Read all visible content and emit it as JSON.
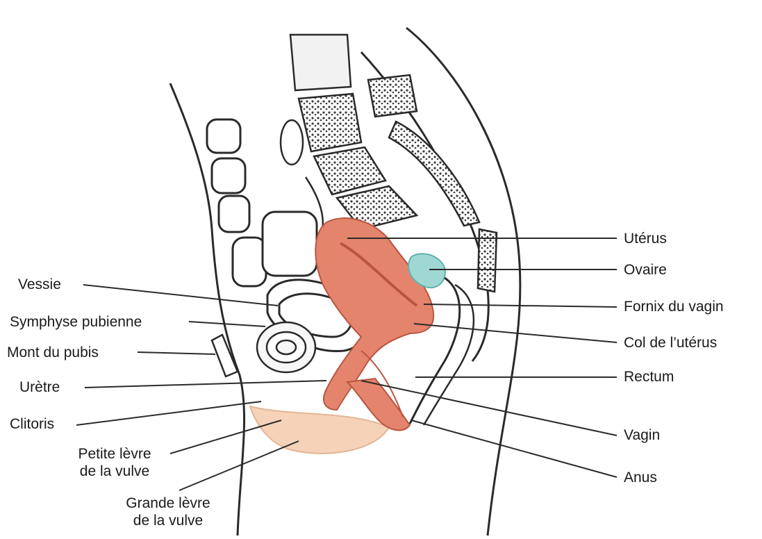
{
  "labels": {
    "uterus": "Utérus",
    "ovaire": "Ovaire",
    "fornix": "Fornix du vagin",
    "col": "Col de l’utérus",
    "rectum": "Rectum",
    "vagin": "Vagin",
    "anus": "Anus",
    "vessie": "Vessie",
    "symphyse": "Symphyse pubienne",
    "mont": "Mont du pubis",
    "uretre": "Urètre",
    "clitoris": "Clitoris",
    "petite_l1": "Petite lèvre",
    "petite_l2": "de la vulve",
    "grande_l1": "Grande lèvre",
    "grande_l2": "de la vulve"
  },
  "colors": {
    "uterus": "#e5846d",
    "uterus_dark": "#b9553f",
    "ovary": "#9fd8d3",
    "labia": "#f6d3b8",
    "bone_fill": "#f2f2f2",
    "line": "#2a2a2a"
  }
}
